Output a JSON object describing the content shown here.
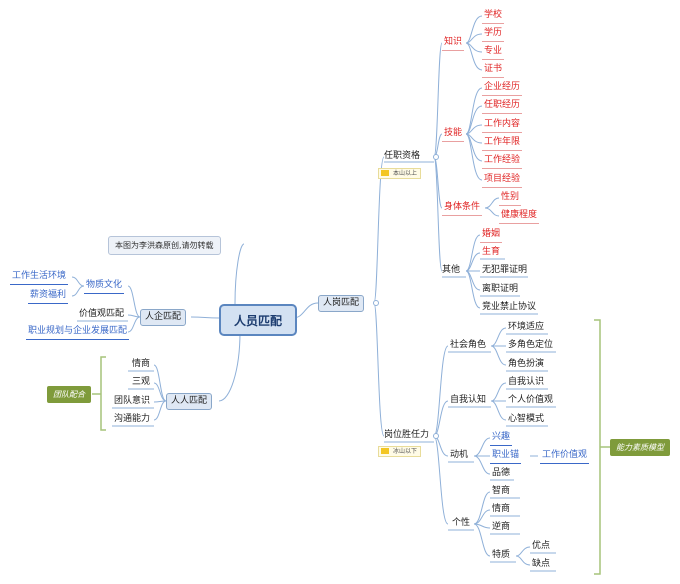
{
  "root": "人员匹配",
  "copyright_note": "本图为李洪森原创,请勿转载",
  "rengang": {
    "label": "人岗匹配",
    "zhizi": {
      "label": "任职资格",
      "note": "本山以上",
      "zhishi": {
        "label": "知识",
        "items": [
          "学校",
          "学历",
          "专业",
          "证书"
        ]
      },
      "jineng": {
        "label": "技能",
        "items": [
          "企业经历",
          "任职经历",
          "工作内容",
          "工作年限",
          "工作经验",
          "项目经验"
        ]
      },
      "shenti": {
        "label": "身体条件",
        "items": [
          "性别",
          "健康程度"
        ]
      },
      "qita": {
        "label": "其他",
        "items": [
          "婚姻",
          "生育",
          "无犯罪证明",
          "离职证明",
          "竞业禁止协议"
        ]
      }
    },
    "shengren": {
      "label": "岗位胜任力",
      "note": "冰山以下",
      "shehui": {
        "label": "社会角色",
        "items": [
          "环境适应",
          "多角色定位",
          "角色扮演"
        ]
      },
      "ziwo": {
        "label": "自我认知",
        "items": [
          "自我认识",
          "个人价值观",
          "心智模式"
        ]
      },
      "dongji": {
        "label": "动机",
        "items": [
          "兴趣",
          "职业锚",
          "品德"
        ],
        "sub": "工作价值观"
      },
      "gexing": {
        "label": "个性",
        "items": [
          "智商",
          "情商",
          "逆商",
          "特质"
        ],
        "tezhi": [
          "优点",
          "缺点"
        ]
      }
    },
    "model_tag": "能力素质模型"
  },
  "renqi": {
    "label": "人企匹配",
    "wuzhi": {
      "label": "物质文化",
      "items": [
        "工作生活环境",
        "薪资福利"
      ]
    },
    "jiazhi": "价值观匹配",
    "guihua": "职业规划与企业发展匹配"
  },
  "renren": {
    "label": "人人匹配",
    "items": [
      "情商",
      "三观",
      "团队意识",
      "沟通能力"
    ],
    "tag": "团队配合"
  }
}
